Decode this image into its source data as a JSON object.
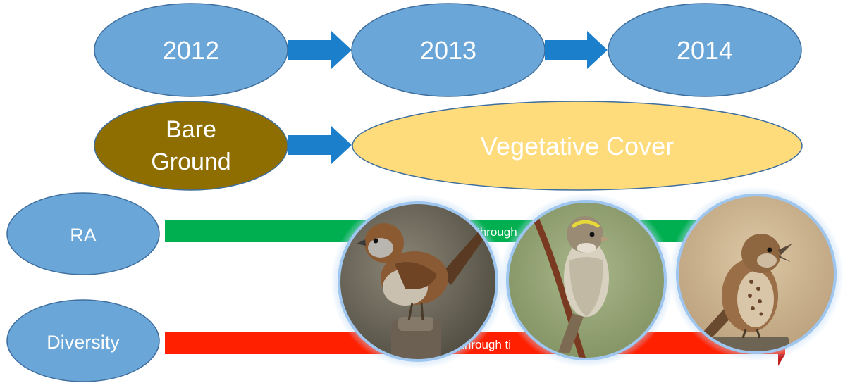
{
  "timeline": {
    "years": [
      "2012",
      "2013",
      "2014"
    ]
  },
  "habitat": {
    "stage_1": [
      "Bare",
      "Ground"
    ],
    "stage_2": "Vegetative Cover"
  },
  "metrics": {
    "ra": {
      "label": "RA",
      "bar_text": "through",
      "bar_color": "#00b050"
    },
    "diversity": {
      "label": "Diversity",
      "bar_text": "g through ti",
      "bar_color": "#ff2000"
    }
  },
  "colors": {
    "ellipse_blue": "#6aa6d8",
    "ellipse_stroke": "#3f6f9e",
    "arrow_blue": "#1b7fcc",
    "bare_ground": "#8e6e00",
    "vegetative": "#fedc7c",
    "vegetative_text": "#ffffff",
    "photo_glow": "#9ec6ee"
  },
  "photos": [
    {
      "subject": "sparrow-photo-1"
    },
    {
      "subject": "sparrow-photo-2"
    },
    {
      "subject": "sparrow-photo-3"
    }
  ]
}
